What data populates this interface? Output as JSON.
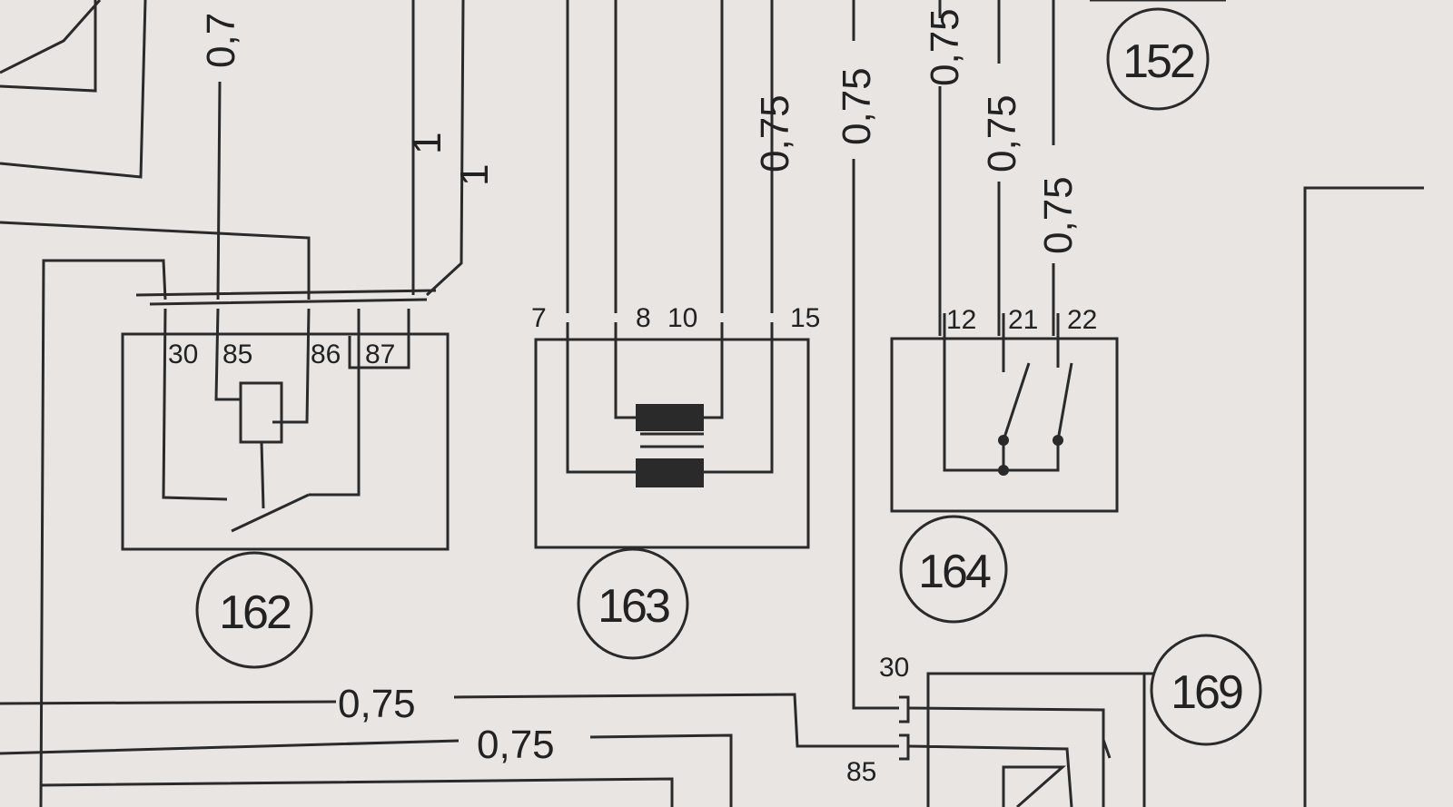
{
  "wire_labels": {
    "top_left_partial": "0,7",
    "w_455": "1",
    "w_510": "1",
    "w_850": "0,75",
    "w_940": "0,75",
    "w_1035": "0,75",
    "w_1100": "0,75",
    "w_1160": "0,75",
    "h_upper": "0,75",
    "h_lower": "0,75"
  },
  "components": {
    "c152": {
      "number": "152"
    },
    "c162": {
      "number": "162",
      "pins": [
        "30",
        "85",
        "86",
        "87"
      ]
    },
    "c163": {
      "number": "163",
      "pins": [
        "7",
        "8",
        "10",
        "15"
      ]
    },
    "c164": {
      "number": "164",
      "pins": [
        "12",
        "21",
        "22"
      ]
    },
    "c169": {
      "number": "169",
      "pins": [
        "30",
        "85"
      ]
    }
  },
  "colors": {
    "paper": "#e8e5e2",
    "ink": "#2a2a2a"
  }
}
